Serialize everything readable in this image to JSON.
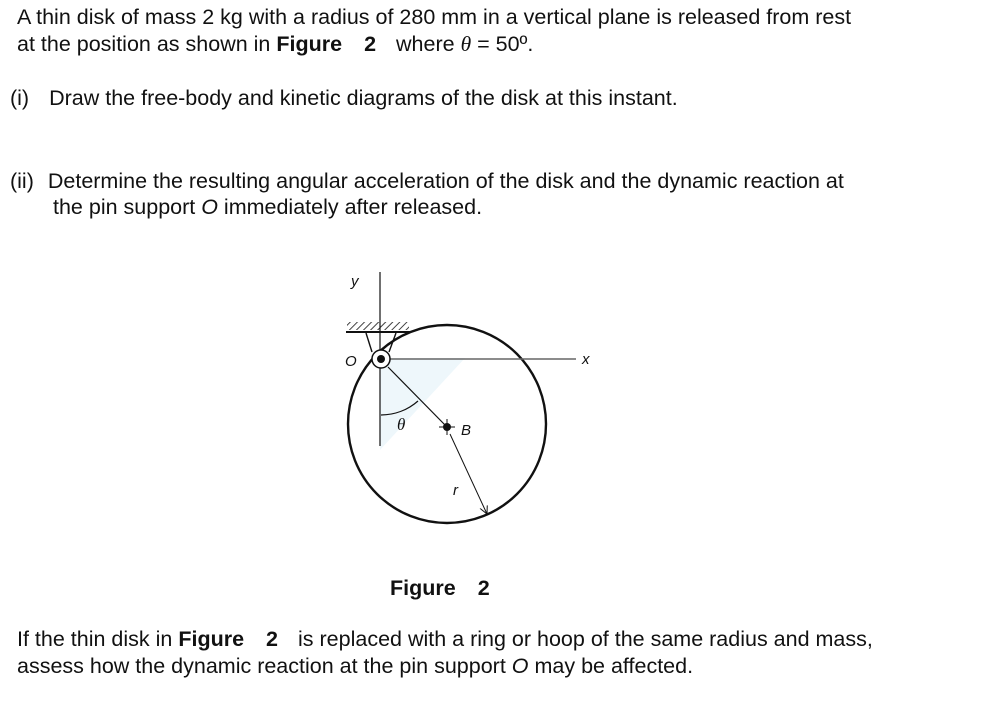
{
  "problem": {
    "intro_line1": "A thin disk of mass 2 kg with a radius of 280 mm in a vertical plane is released from rest",
    "intro_line2_a": "at the position as shown in ",
    "intro_line2_fig": "Figure",
    "intro_line2_num": "2",
    "intro_line2_b": "where ",
    "intro_theta": "θ",
    "intro_line2_c": " = 50º.",
    "part_i_label": "(i)",
    "part_i_text": "Draw the free-body and kinetic diagrams of the disk at this instant.",
    "part_ii_label": "(ii)",
    "part_ii_line1": "Determine the resulting angular acceleration of the disk and the dynamic reaction at",
    "part_ii_line2_a": "the pin support ",
    "part_ii_line2_O": "O",
    "part_ii_line2_b": " immediately after released.",
    "followup_line1_a": "If the thin disk in ",
    "followup_fig": "Figure",
    "followup_num": "2",
    "followup_line1_b": "is replaced with a ring or hoop of the same radius and mass,",
    "followup_line2_a": "assess how the dynamic reaction at the pin support ",
    "followup_line2_O": "O",
    "followup_line2_b": " may be affected."
  },
  "figure": {
    "caption_label": "Figure",
    "caption_num": "2",
    "labels": {
      "y_axis": "y",
      "x_axis": "x",
      "pin": "O",
      "center": "B",
      "angle": "θ",
      "radius": "r"
    },
    "values": {
      "mass_kg": 2,
      "radius_mm": 280,
      "theta_deg": 50
    }
  }
}
